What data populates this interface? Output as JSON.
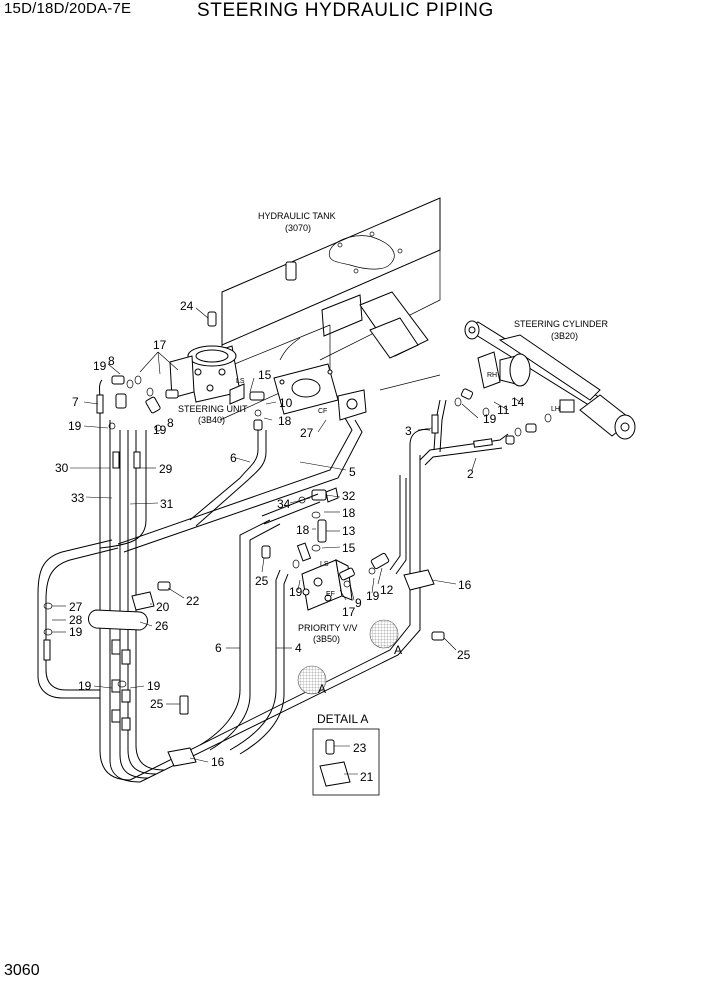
{
  "header": {
    "model": "15D/18D/20DA-7E",
    "title": "STEERING HYDRAULIC PIPING"
  },
  "page_number": "3060",
  "components": {
    "hydraulic_tank": {
      "name": "HYDRAULIC TANK",
      "ref": "(3070)"
    },
    "steering_cylinder": {
      "name": "STEERING CYLINDER",
      "ref": "(3B20)"
    },
    "steering_unit": {
      "name": "STEERING UNIT",
      "ref": "(3B40)"
    },
    "priority_valve": {
      "name": "PRIORITY V/V",
      "ref": "(3B50)"
    }
  },
  "port_labels": {
    "ls_unit": "LS",
    "ls_valve": "LS",
    "rh": "RH",
    "lh": "LH",
    "cf": "CF",
    "ef": "EF"
  },
  "detail": {
    "title": "DETAIL A",
    "items": [
      "23",
      "21"
    ]
  },
  "section_marks": [
    "A",
    "A"
  ],
  "callouts": {
    "c24": "24",
    "c17": "17",
    "c19a": "19",
    "c8a": "8",
    "c7": "7",
    "c19b": "19",
    "c19c": "19",
    "c8b": "8",
    "c15a": "15",
    "c10": "10",
    "c18a": "18",
    "c27a": "27",
    "c3": "3",
    "c19d": "19",
    "c11": "11",
    "c14": "14",
    "c2": "2",
    "c30": "30",
    "c29": "29",
    "c6a": "6",
    "c5": "5",
    "c33": "33",
    "c31": "31",
    "c34": "34",
    "c32": "32",
    "c18b": "18",
    "c13": "13",
    "c18c": "18",
    "c15b": "15",
    "c25a": "25",
    "c19e": "19",
    "c17b": "17",
    "c9": "9",
    "c19f": "19",
    "c12": "12",
    "c16a": "16",
    "c22": "22",
    "c20": "20",
    "c27b": "27",
    "c28": "28",
    "c19g": "19",
    "c26": "26",
    "c6b": "6",
    "c4": "4",
    "c25b": "25",
    "c19h": "19",
    "c19i": "19",
    "c25c": "25",
    "c16b": "16"
  }
}
